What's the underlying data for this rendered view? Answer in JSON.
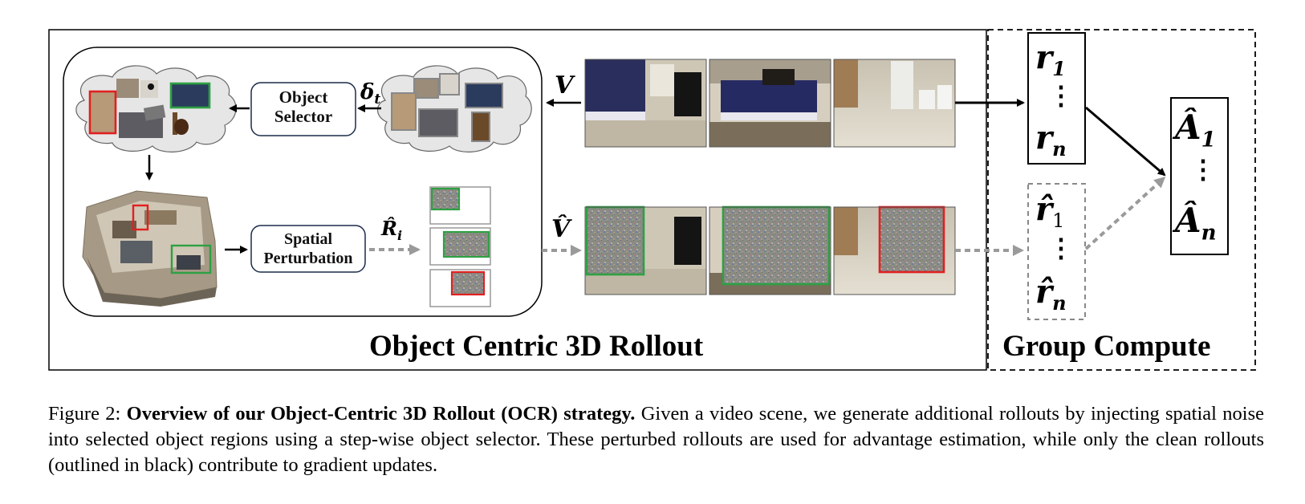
{
  "diagram": {
    "labels": {
      "object_selector": [
        "Object",
        "Selector"
      ],
      "spatial_perturbation": [
        "Spatial",
        "Perturbation"
      ],
      "delta_t": "δ",
      "delta_t_sub": "t",
      "v": "V",
      "v_hat": "V̂",
      "r_hat_i": "R̂",
      "r_hat_i_sub": "i"
    },
    "rollout_title": "Object Centric 3D Rollout",
    "group_title": "Group Compute",
    "rewards": {
      "top": "r",
      "top_sub": "1",
      "bottom": "r",
      "bottom_sub": "n",
      "dots": "⋮"
    },
    "noisy_rewards": {
      "top": "r̂",
      "top_sub": "1",
      "bottom": "r̂",
      "bottom_sub": "n",
      "dots": "⋮"
    },
    "advantages": {
      "top": "Â",
      "top_sub": "1",
      "bottom": "Â",
      "bottom_sub": "n",
      "dots": "⋮"
    },
    "colors": {
      "green": "#2ea043",
      "red": "#e02020",
      "gray_arrow": "#9a9a9a"
    }
  },
  "caption": {
    "prefix": "Figure 2: ",
    "bold": "Overview of our Object-Centric 3D Rollout (OCR) strategy.",
    "text": " Given a video scene, we generate additional rollouts by injecting spatial noise into selected object regions using a step-wise object selector. These perturbed rollouts are used for advantage estimation, while only the clean rollouts (outlined in black) contribute to gradient updates."
  }
}
